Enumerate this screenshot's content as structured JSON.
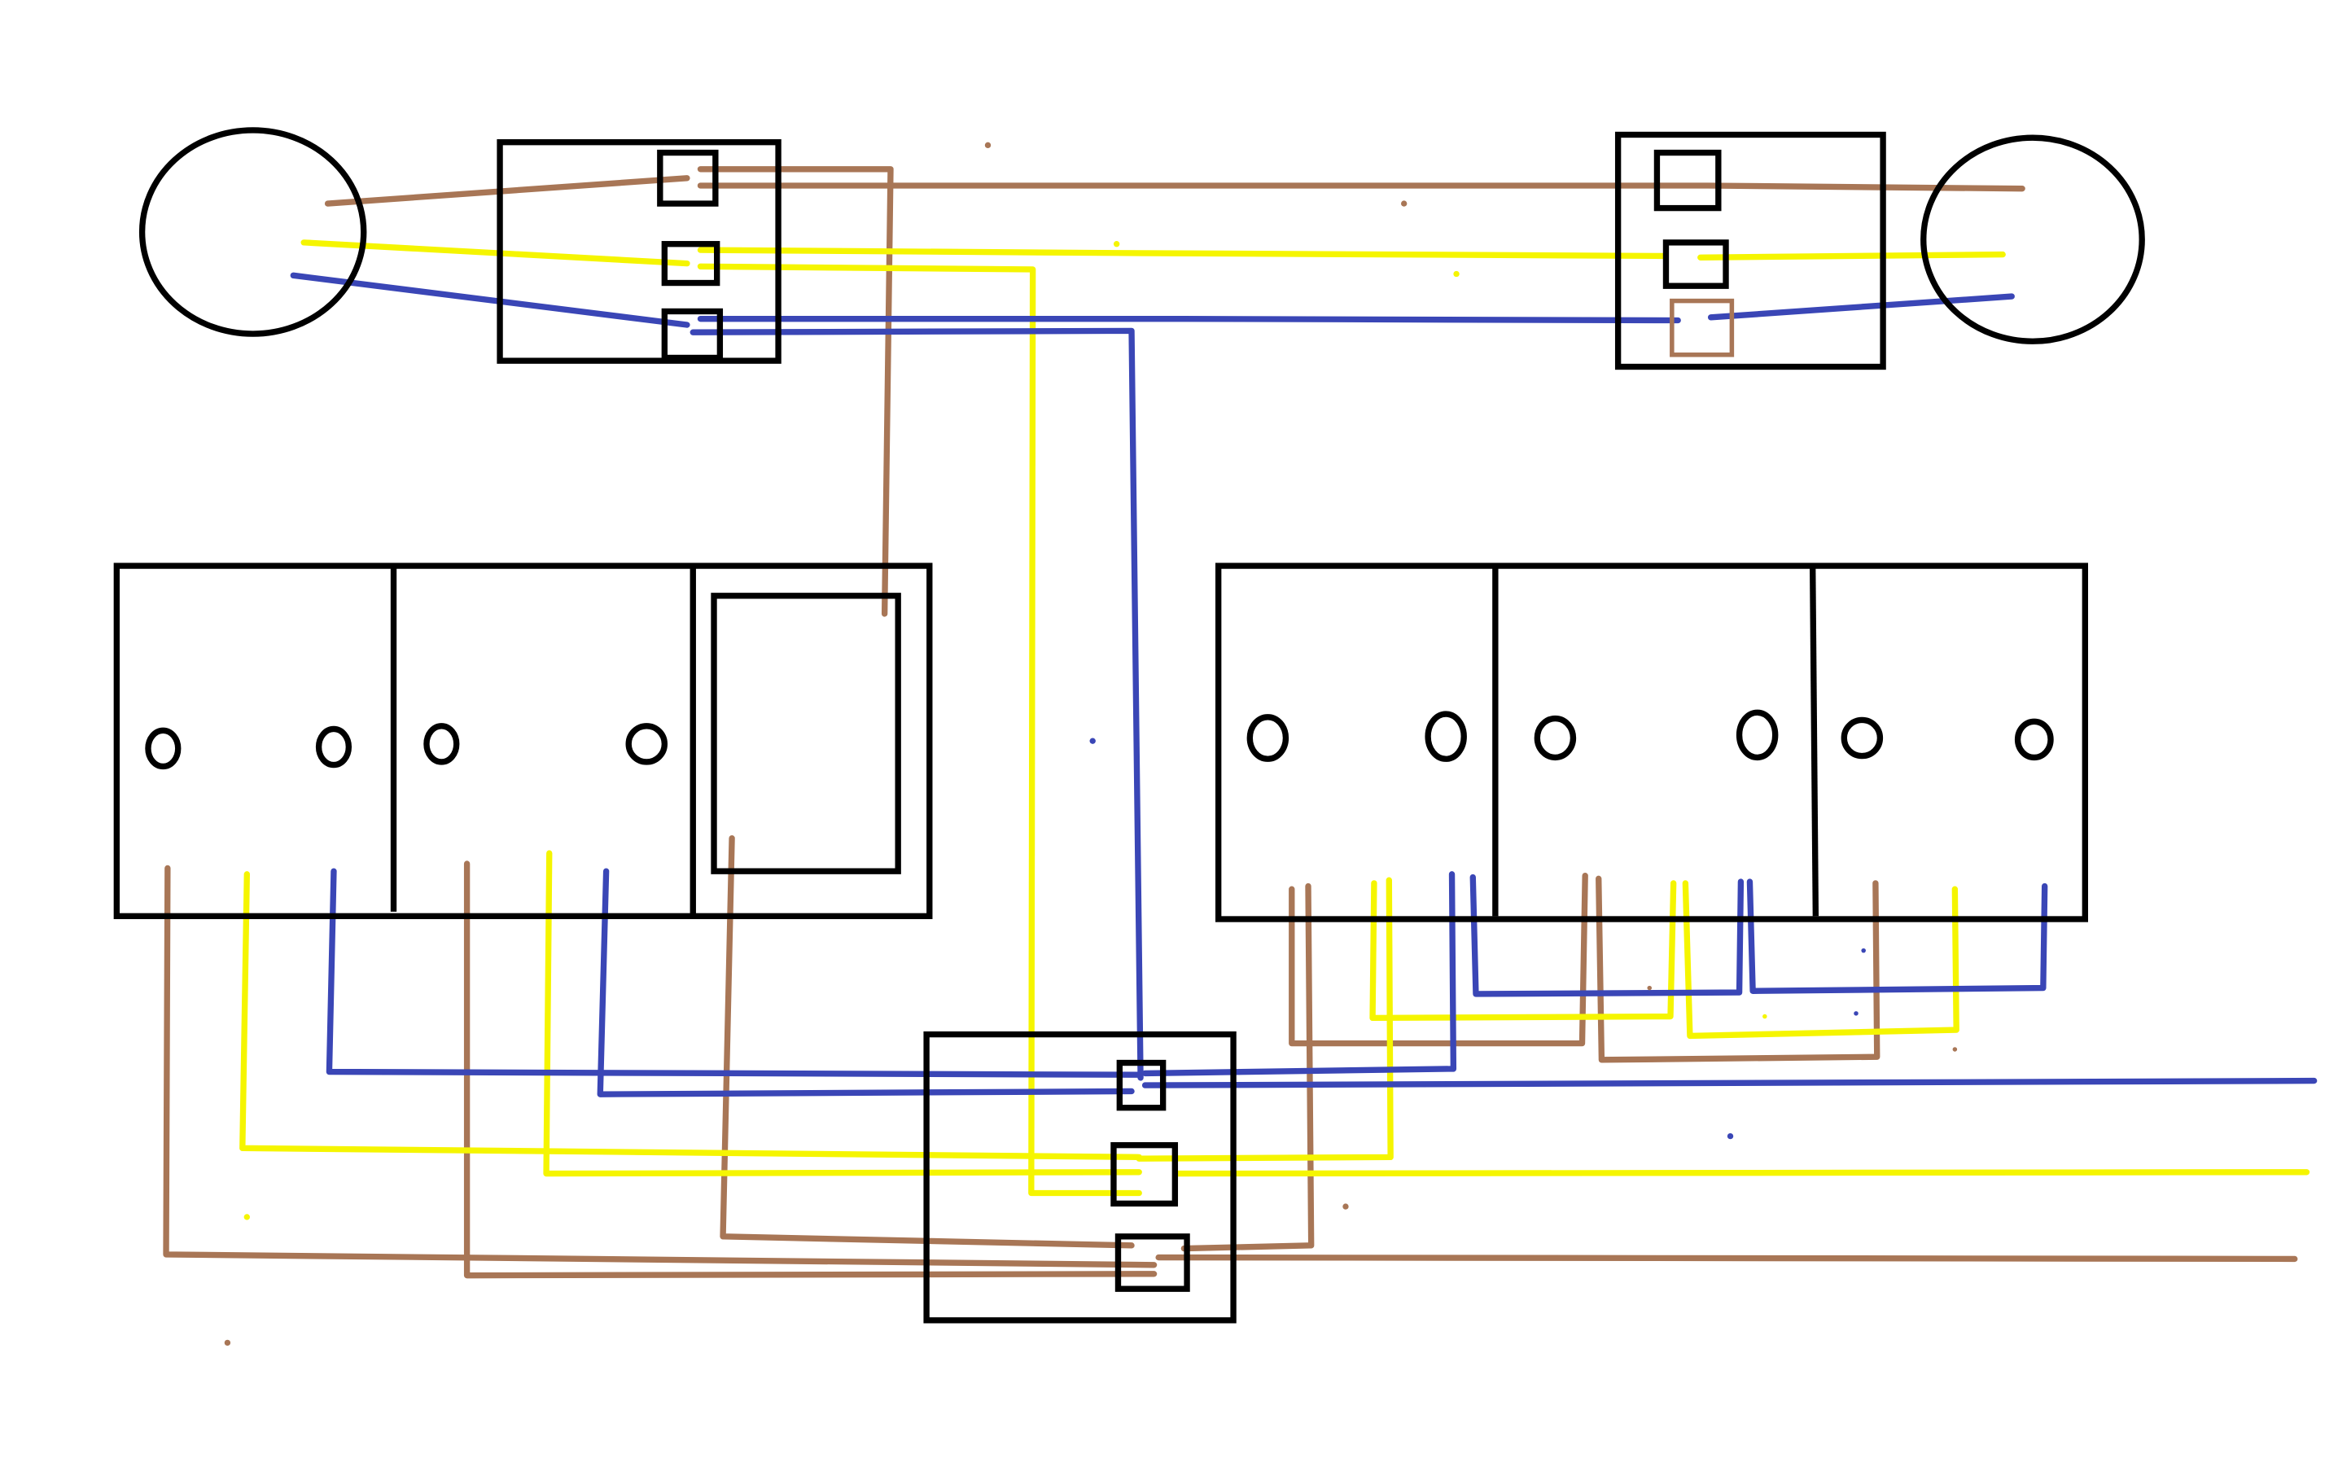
{
  "palette": {
    "background": "#ffffff",
    "outline": "#000000",
    "brown_wire": "#a87656",
    "yellow_wire": "#f5f500",
    "blue_wire": "#3a46b6"
  },
  "wire_colors": [
    "brown",
    "yellow",
    "blue"
  ]
}
